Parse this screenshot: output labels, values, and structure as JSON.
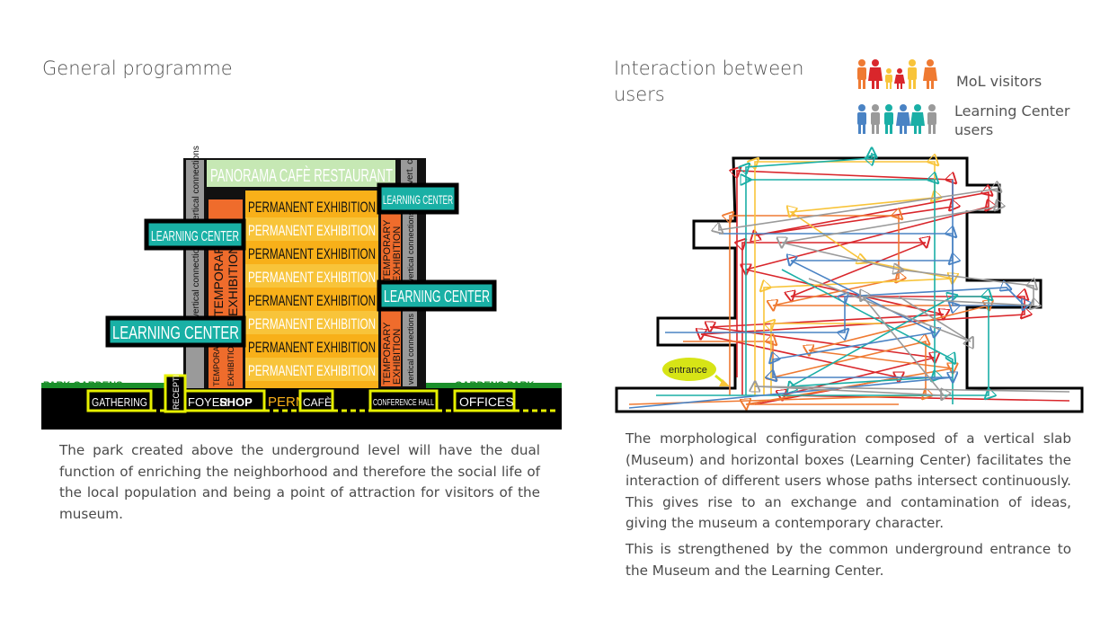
{
  "left": {
    "title": "General programme",
    "description": "The park created above the underground level will have the dual function of enriching the neighborhood and therefore the social life of the local population and being a point of attraction for visitors of the museum.",
    "diagram": {
      "panorama": "PANORAMA CAFÈ RESTAURANT",
      "vertical_connections": "vertical connections",
      "vert_c": "vert. c",
      "permanent_exhibition": "PERMANENT EXHIBITION",
      "permanent_short": "PERMANE",
      "learning_center": "LEARNING CENTER",
      "temporary_exhibition_1": "TEMPORARY",
      "temporary_exhibition_2": "EXHIBITION",
      "park_gardens": "PARK GARDENS",
      "gardens_park": "GARDENS PARK",
      "gathering": "GATHERING",
      "reception": "RECEPTION",
      "foyer": "FOYER",
      "shop": "SHOP",
      "cafe": "CAFÈ",
      "conference_hall": "CONFERENCE HALL",
      "offices": "OFFICES"
    }
  },
  "right": {
    "title_line1": "Interaction between",
    "title_line2": "users",
    "legend": {
      "mol_visitors": "MoL visitors",
      "learning_center_users_1": "Learning Center",
      "learning_center_users_2": "users"
    },
    "entrance_label": "entrance",
    "description_1": "The morphological configuration composed of a vertical slab (Museum) and horizontal boxes (Learning Center) facilitates the interaction of different users whose paths intersect continuously. This gives rise to an exchange and contamination of ideas, giving the museum a contemporary character.",
    "description_2": "This is strengthened by the common underground entrance to the Museum and the Learning Center.",
    "colors": {
      "red": "#d9262b",
      "orange": "#ef7a32",
      "yellow": "#f8c43a",
      "teal": "#1aafa6",
      "blue": "#4a83c4",
      "grey": "#9a9a9a"
    }
  }
}
